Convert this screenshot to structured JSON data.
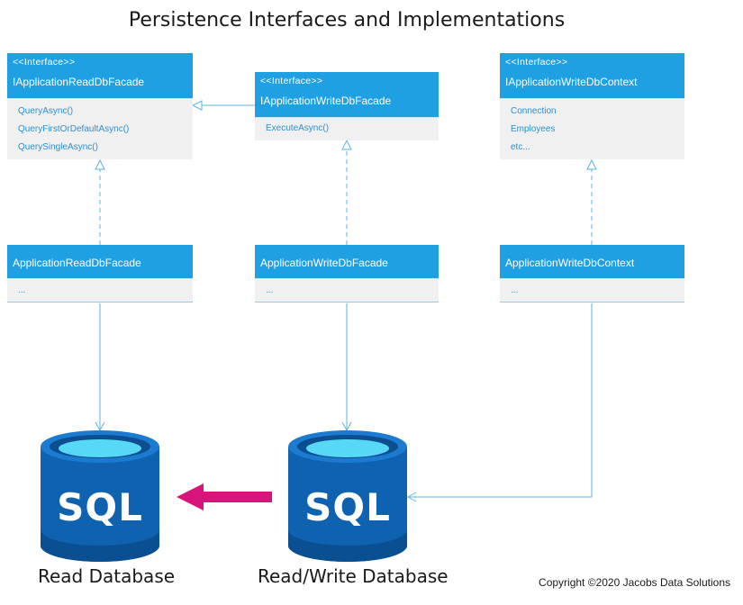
{
  "title": "Persistence Interfaces and Implementations",
  "interfaces": [
    {
      "stereotype": "<<Interface>>",
      "name": "IApplicationReadDbFacade",
      "members": [
        "QueryAsync()",
        "QueryFirstOrDefaultAsync()",
        "QuerySingleAsync()"
      ]
    },
    {
      "stereotype": "<<Interface>>",
      "name": "IApplicationWriteDbFacade",
      "members": [
        "ExecuteAsync()"
      ]
    },
    {
      "stereotype": "<<Interface>>",
      "name": "IApplicationWriteDbContext",
      "members": [
        "Connection",
        "Employees",
        "etc..."
      ]
    }
  ],
  "implementations": [
    {
      "name": "ApplicationReadDbFacade",
      "members": [
        "..."
      ]
    },
    {
      "name": "ApplicationWriteDbFacade",
      "members": [
        "..."
      ]
    },
    {
      "name": "ApplicationWriteDbContext",
      "members": [
        "..."
      ]
    }
  ],
  "databases": [
    {
      "icon_text": "SQL",
      "label": "Read Database"
    },
    {
      "icon_text": "SQL",
      "label": "Read/Write Database"
    }
  ],
  "copyright": "Copyright ©2020 Jacobs Data Solutions",
  "colors": {
    "header": "#1fa0e3",
    "connector": "#5ab4ea",
    "replication_arrow": "#d6147a",
    "db_body": "#0f62b0",
    "db_top": "#58d8f7"
  }
}
